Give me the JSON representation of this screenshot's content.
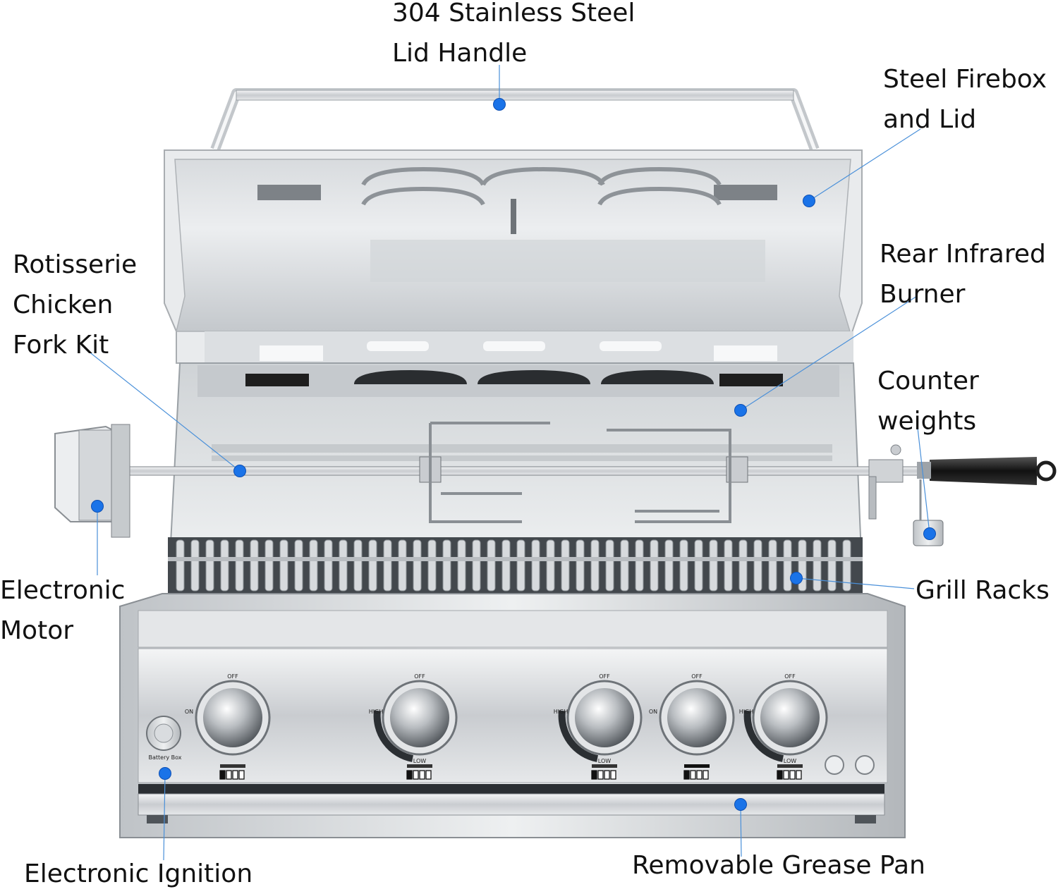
{
  "callouts": {
    "lid_handle": "304 Stainless Steel\nLid Handle",
    "firebox_lid": "Steel Firebox\nand Lid",
    "rotisserie": "Rotisserie\nChicken\nFork Kit",
    "rear_burner": "Rear Infrared\nBurner",
    "counter_weights": "Counter\nweights",
    "electronic_motor": "Electronic\nMotor",
    "grill_racks": "Grill Racks",
    "electronic_ignition": "Electronic Ignition",
    "grease_pan": "Removable Grease Pan"
  },
  "knob_markings": {
    "off": "OFF",
    "on": "ON",
    "high": "HIGH",
    "low": "LOW",
    "battery_box": "Battery Box"
  },
  "colors": {
    "marker": "#1a73e8",
    "leader_line": "#4a90d9",
    "steel_light": "#e8eaec",
    "steel_mid": "#b8bcc0",
    "steel_dark": "#6e7378",
    "handle_black": "#1e1e1e"
  }
}
